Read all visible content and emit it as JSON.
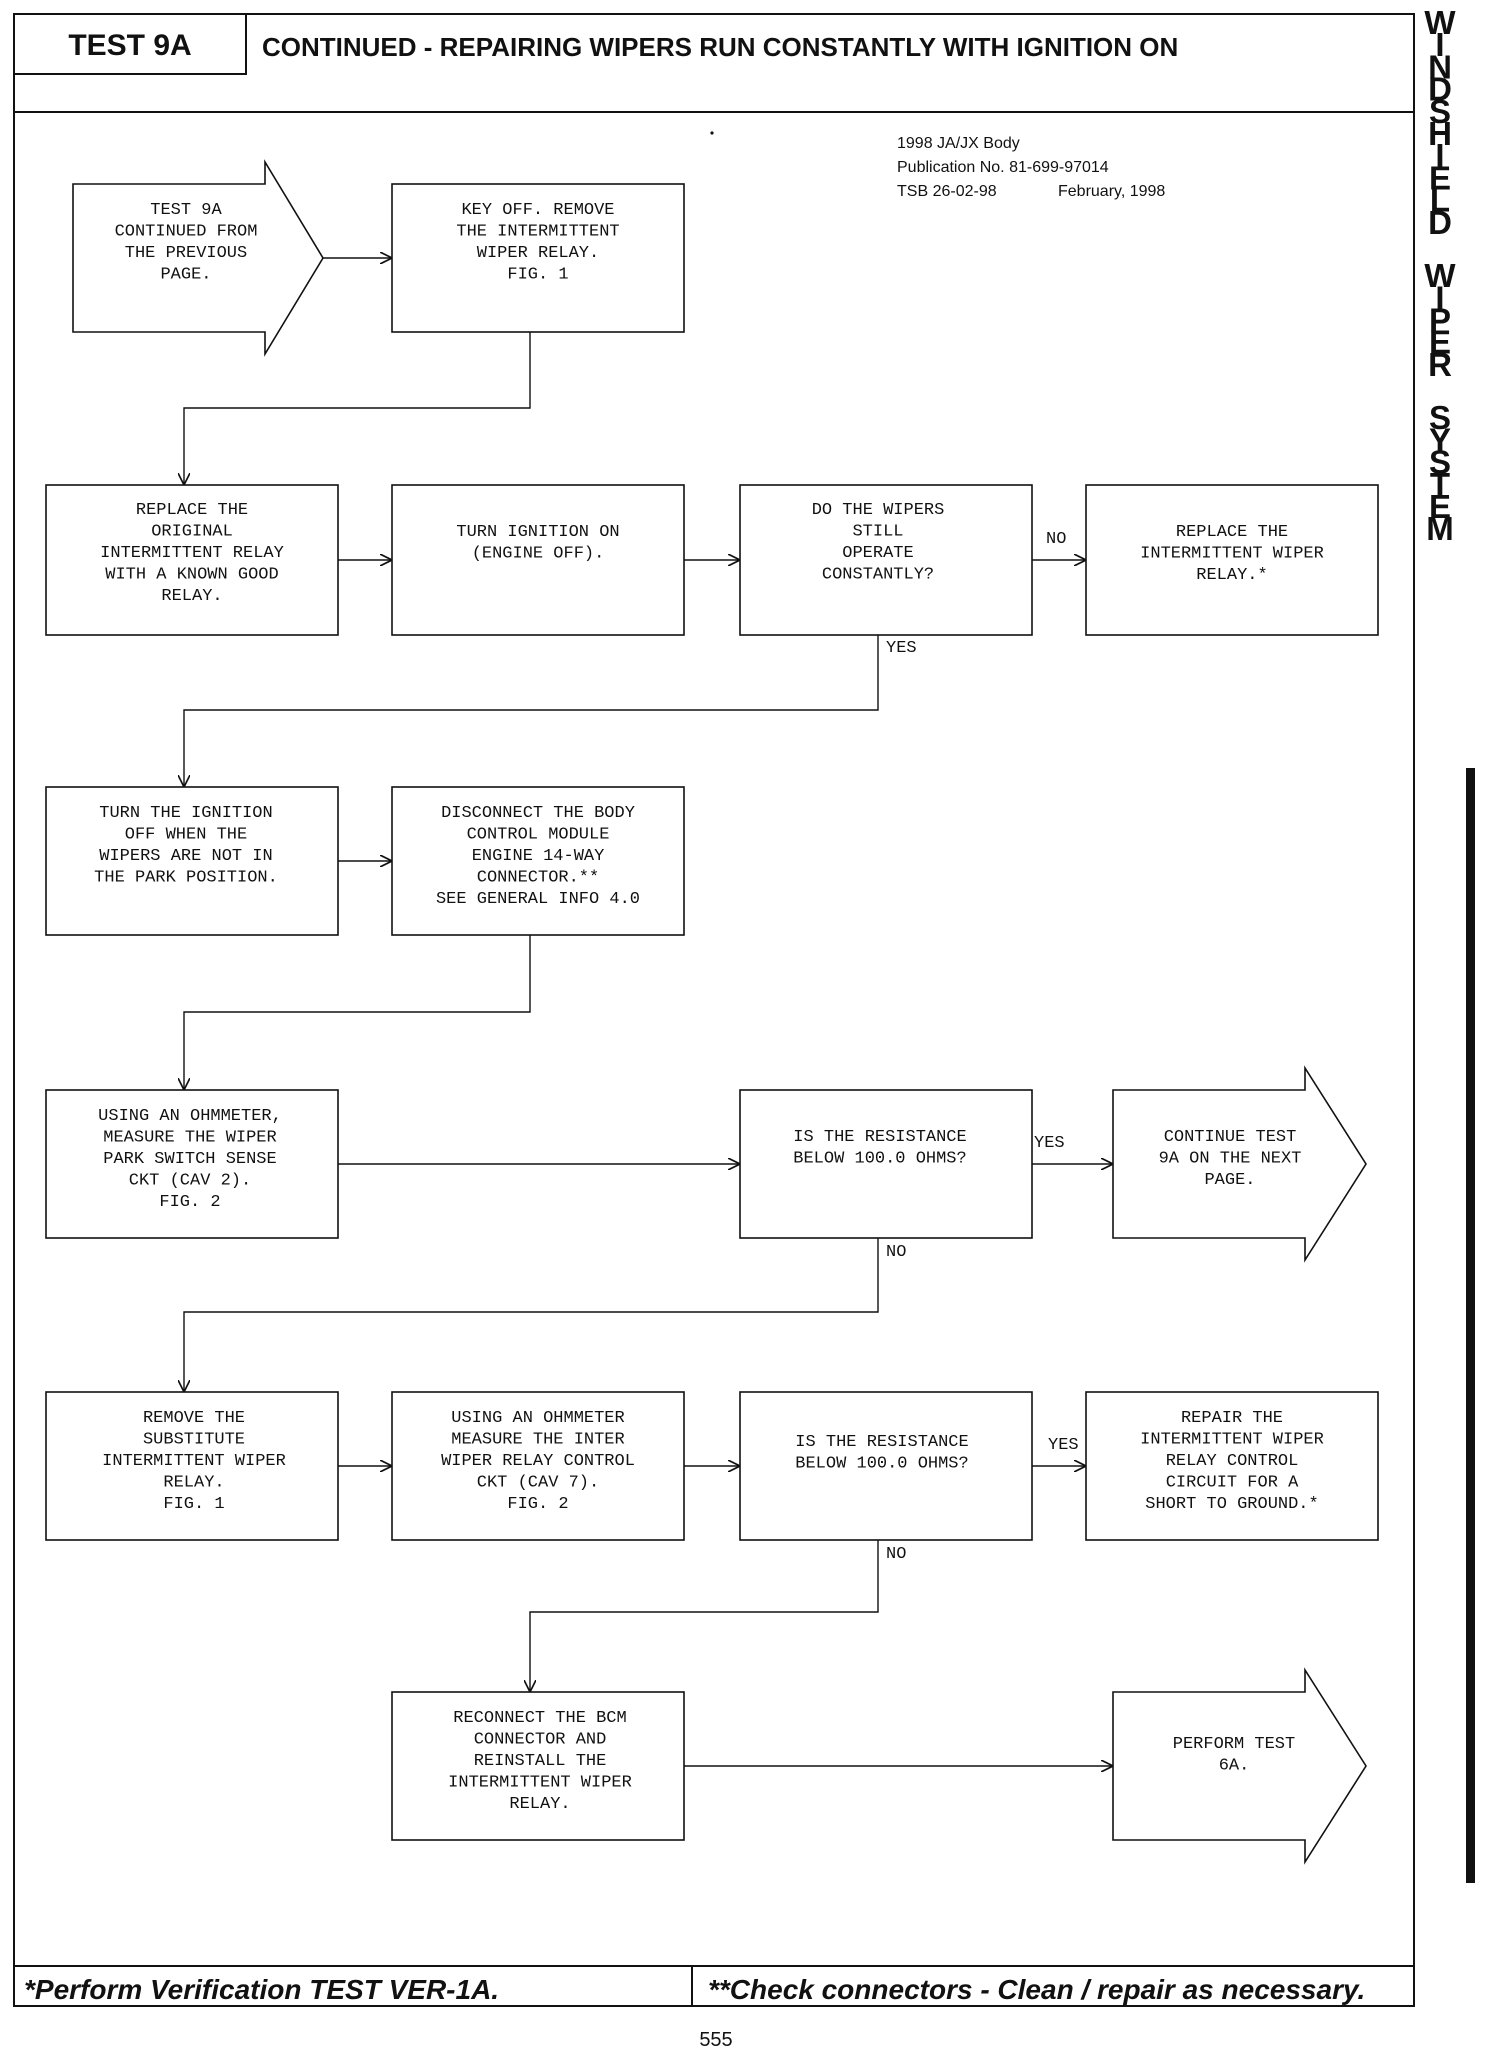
{
  "header": {
    "test_label": "TEST 9A",
    "title": "CONTINUED - REPAIRING WIPERS RUN CONSTANTLY WITH IGNITION ON"
  },
  "publication": {
    "line1": "1998 JA/JX Body",
    "line2": "Publication No. 81-699-97014",
    "line3_tsb": "TSB 26-02-98",
    "line3_date": "February, 1998"
  },
  "side_title": "WINDSHIELD WIPER SYSTEM",
  "nodes": {
    "start": [
      "TEST 9A",
      "CONTINUED FROM",
      "THE PREVIOUS",
      "PAGE."
    ],
    "key_off": [
      "KEY OFF. REMOVE",
      "THE INTERMITTENT",
      "WIPER RELAY.",
      "FIG. 1"
    ],
    "replace_original": [
      "REPLACE THE",
      "ORIGINAL",
      "INTERMITTENT RELAY",
      "WITH A KNOWN GOOD",
      "RELAY."
    ],
    "turn_ign_on": [
      "TURN IGNITION ON",
      "(ENGINE OFF)."
    ],
    "q_wipers": [
      "DO THE WIPERS",
      "STILL",
      "OPERATE",
      "CONSTANTLY?"
    ],
    "replace_relay": [
      "REPLACE THE",
      "INTERMITTENT WIPER",
      "RELAY.*"
    ],
    "turn_ign_off": [
      "TURN THE IGNITION",
      "OFF WHEN THE",
      "WIPERS ARE NOT IN",
      "THE PARK POSITION."
    ],
    "disconnect_bcm": [
      "DISCONNECT THE BODY",
      "CONTROL MODULE",
      "ENGINE 14-WAY",
      "CONNECTOR.**",
      "SEE GENERAL INFO 4.0"
    ],
    "ohm_park": [
      "USING AN OHMMETER,",
      "MEASURE THE WIPER",
      "PARK SWITCH SENSE",
      "CKT (CAV 2).",
      "FIG. 2"
    ],
    "q_res1": [
      "IS THE RESISTANCE",
      "BELOW 100.0 OHMS?"
    ],
    "continue_next": [
      "CONTINUE TEST",
      "9A ON THE NEXT",
      "PAGE."
    ],
    "remove_sub": [
      "REMOVE THE",
      "SUBSTITUTE",
      "INTERMITTENT WIPER",
      "RELAY.",
      "FIG. 1"
    ],
    "ohm_relay": [
      "USING AN OHMMETER",
      "MEASURE THE INTER",
      "WIPER RELAY CONTROL",
      "CKT (CAV 7).",
      "FIG. 2"
    ],
    "q_res2": [
      "IS THE RESISTANCE",
      "BELOW 100.0 OHMS?"
    ],
    "repair_relay": [
      "REPAIR THE",
      "INTERMITTENT WIPER",
      "RELAY CONTROL",
      "CIRCUIT FOR A",
      "SHORT TO GROUND.*"
    ],
    "reconnect": [
      "RECONNECT THE BCM",
      "CONNECTOR AND",
      "REINSTALL THE",
      "INTERMITTENT WIPER",
      "RELAY."
    ],
    "perform_6a": [
      "PERFORM TEST",
      "6A."
    ]
  },
  "edge_labels": {
    "q_wipers_no": "NO",
    "q_wipers_yes": "YES",
    "q_res1_yes": "YES",
    "q_res1_no": "NO",
    "q_res2_yes": "YES",
    "q_res2_no": "NO"
  },
  "footer": {
    "left": "*Perform Verification TEST VER-1A.",
    "right": "**Check connectors - Clean / repair as necessary."
  },
  "page_number": "555"
}
